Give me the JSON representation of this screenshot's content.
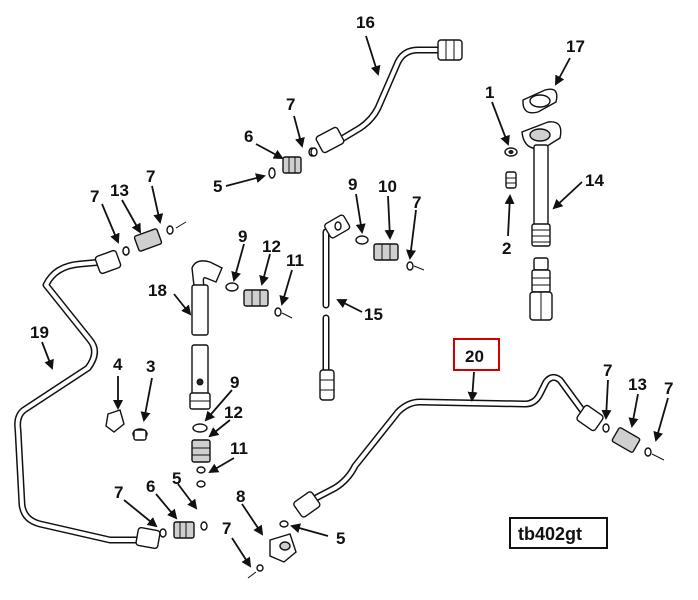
{
  "callouts": {
    "c1": "1",
    "c2": "2",
    "c3": "3",
    "c4": "4",
    "c5a": "5",
    "c5b": "5",
    "c5c": "5",
    "c6a": "6",
    "c6b": "6",
    "c7a": "7",
    "c7b": "7",
    "c7c": "7",
    "c7d": "7",
    "c7e": "7",
    "c7f": "7",
    "c7g": "7",
    "c7h": "7",
    "c8": "8",
    "c9a": "9",
    "c9b": "9",
    "c9c": "9",
    "c10": "10",
    "c11a": "11",
    "c11b": "11",
    "c12a": "12",
    "c12b": "12",
    "c13a": "13",
    "c13b": "13",
    "c14": "14",
    "c15": "15",
    "c16": "16",
    "c17": "17",
    "c18": "18",
    "c19": "19",
    "c20": "20"
  },
  "reference_label": "tb402gt",
  "colors": {
    "line": "#111111",
    "highlight_box": "#d00000",
    "background": "#ffffff"
  }
}
